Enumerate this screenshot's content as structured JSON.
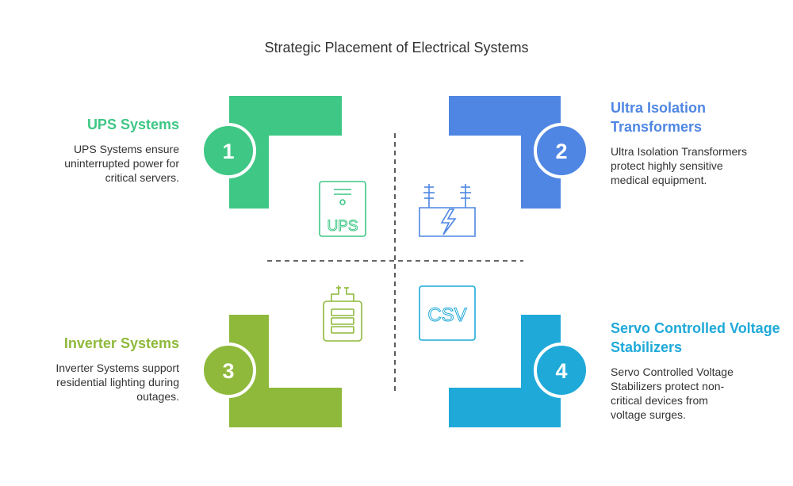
{
  "title": "Strategic Placement of Electrical Systems",
  "colors": {
    "green": "#3EC785",
    "blue": "#4F86E3",
    "olive": "#8FB93B",
    "cyan": "#1FA9D8",
    "text": "#333333",
    "divider": "#333333"
  },
  "items": [
    {
      "number": "1",
      "heading": "UPS Systems",
      "description": "UPS Systems ensure uninterrupted power for critical servers.",
      "icon": "ups-icon",
      "icon_label": "UPS",
      "color": "#3EC785"
    },
    {
      "number": "2",
      "heading": "Ultra Isolation Transformers",
      "description": "Ultra Isolation Transformers protect highly sensitive medical equipment.",
      "icon": "transformer-icon",
      "color": "#4F86E3"
    },
    {
      "number": "3",
      "heading": "Inverter Systems",
      "description": "Inverter Systems support residential lighting during outages.",
      "icon": "battery-icon",
      "color": "#8FB93B"
    },
    {
      "number": "4",
      "heading": "Servo Controlled Voltage Stabilizers",
      "description": "Servo Controlled Voltage Stabilizers protect non-critical devices from voltage surges.",
      "icon": "csv-icon",
      "icon_label": "CSV",
      "color": "#1FA9D8"
    }
  ]
}
